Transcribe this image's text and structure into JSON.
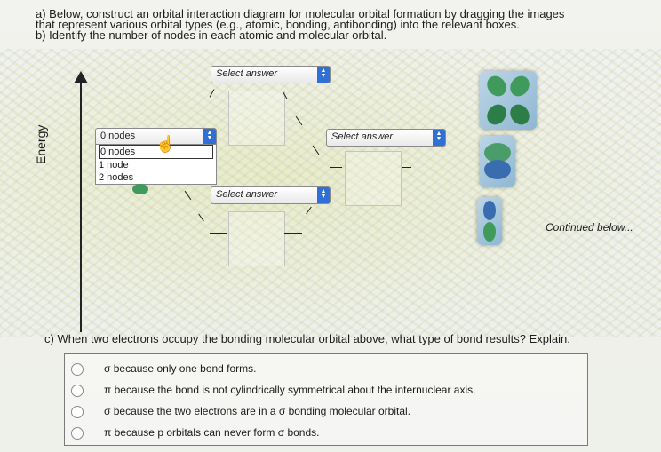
{
  "question": {
    "part_a_line1": "a) Below, construct an orbital interaction diagram for molecular orbital formation by dragging the images",
    "part_a_line2": "that represent various orbital types (e.g., atomic, bonding, antibonding) into the relevant boxes.",
    "part_b": "b) Identify the number of nodes in each atomic and molecular orbital.",
    "part_c": "c) When two electrons occupy the bonding molecular orbital above, what type of bond results? Explain."
  },
  "diagram": {
    "axis_label": "Energy",
    "dropdowns": {
      "top_center": "Select answer",
      "left_selected": "0 nodes",
      "right": "Select answer",
      "bottom_center": "Select answer"
    },
    "open_list_options": [
      "0 nodes",
      "1 node",
      "2 nodes"
    ]
  },
  "continued_text": "Continued below...",
  "answer_options": [
    "σ because only one bond forms.",
    "π because the bond is not cylindrically symmetrical about the internuclear axis.",
    "σ because the two electrons are in a σ bonding molecular orbital.",
    "π because p orbitals can never form σ bonds."
  ],
  "colors": {
    "dropdown_arrow": "#2f6fd6",
    "orbital_green": "#3f9a5c"
  }
}
